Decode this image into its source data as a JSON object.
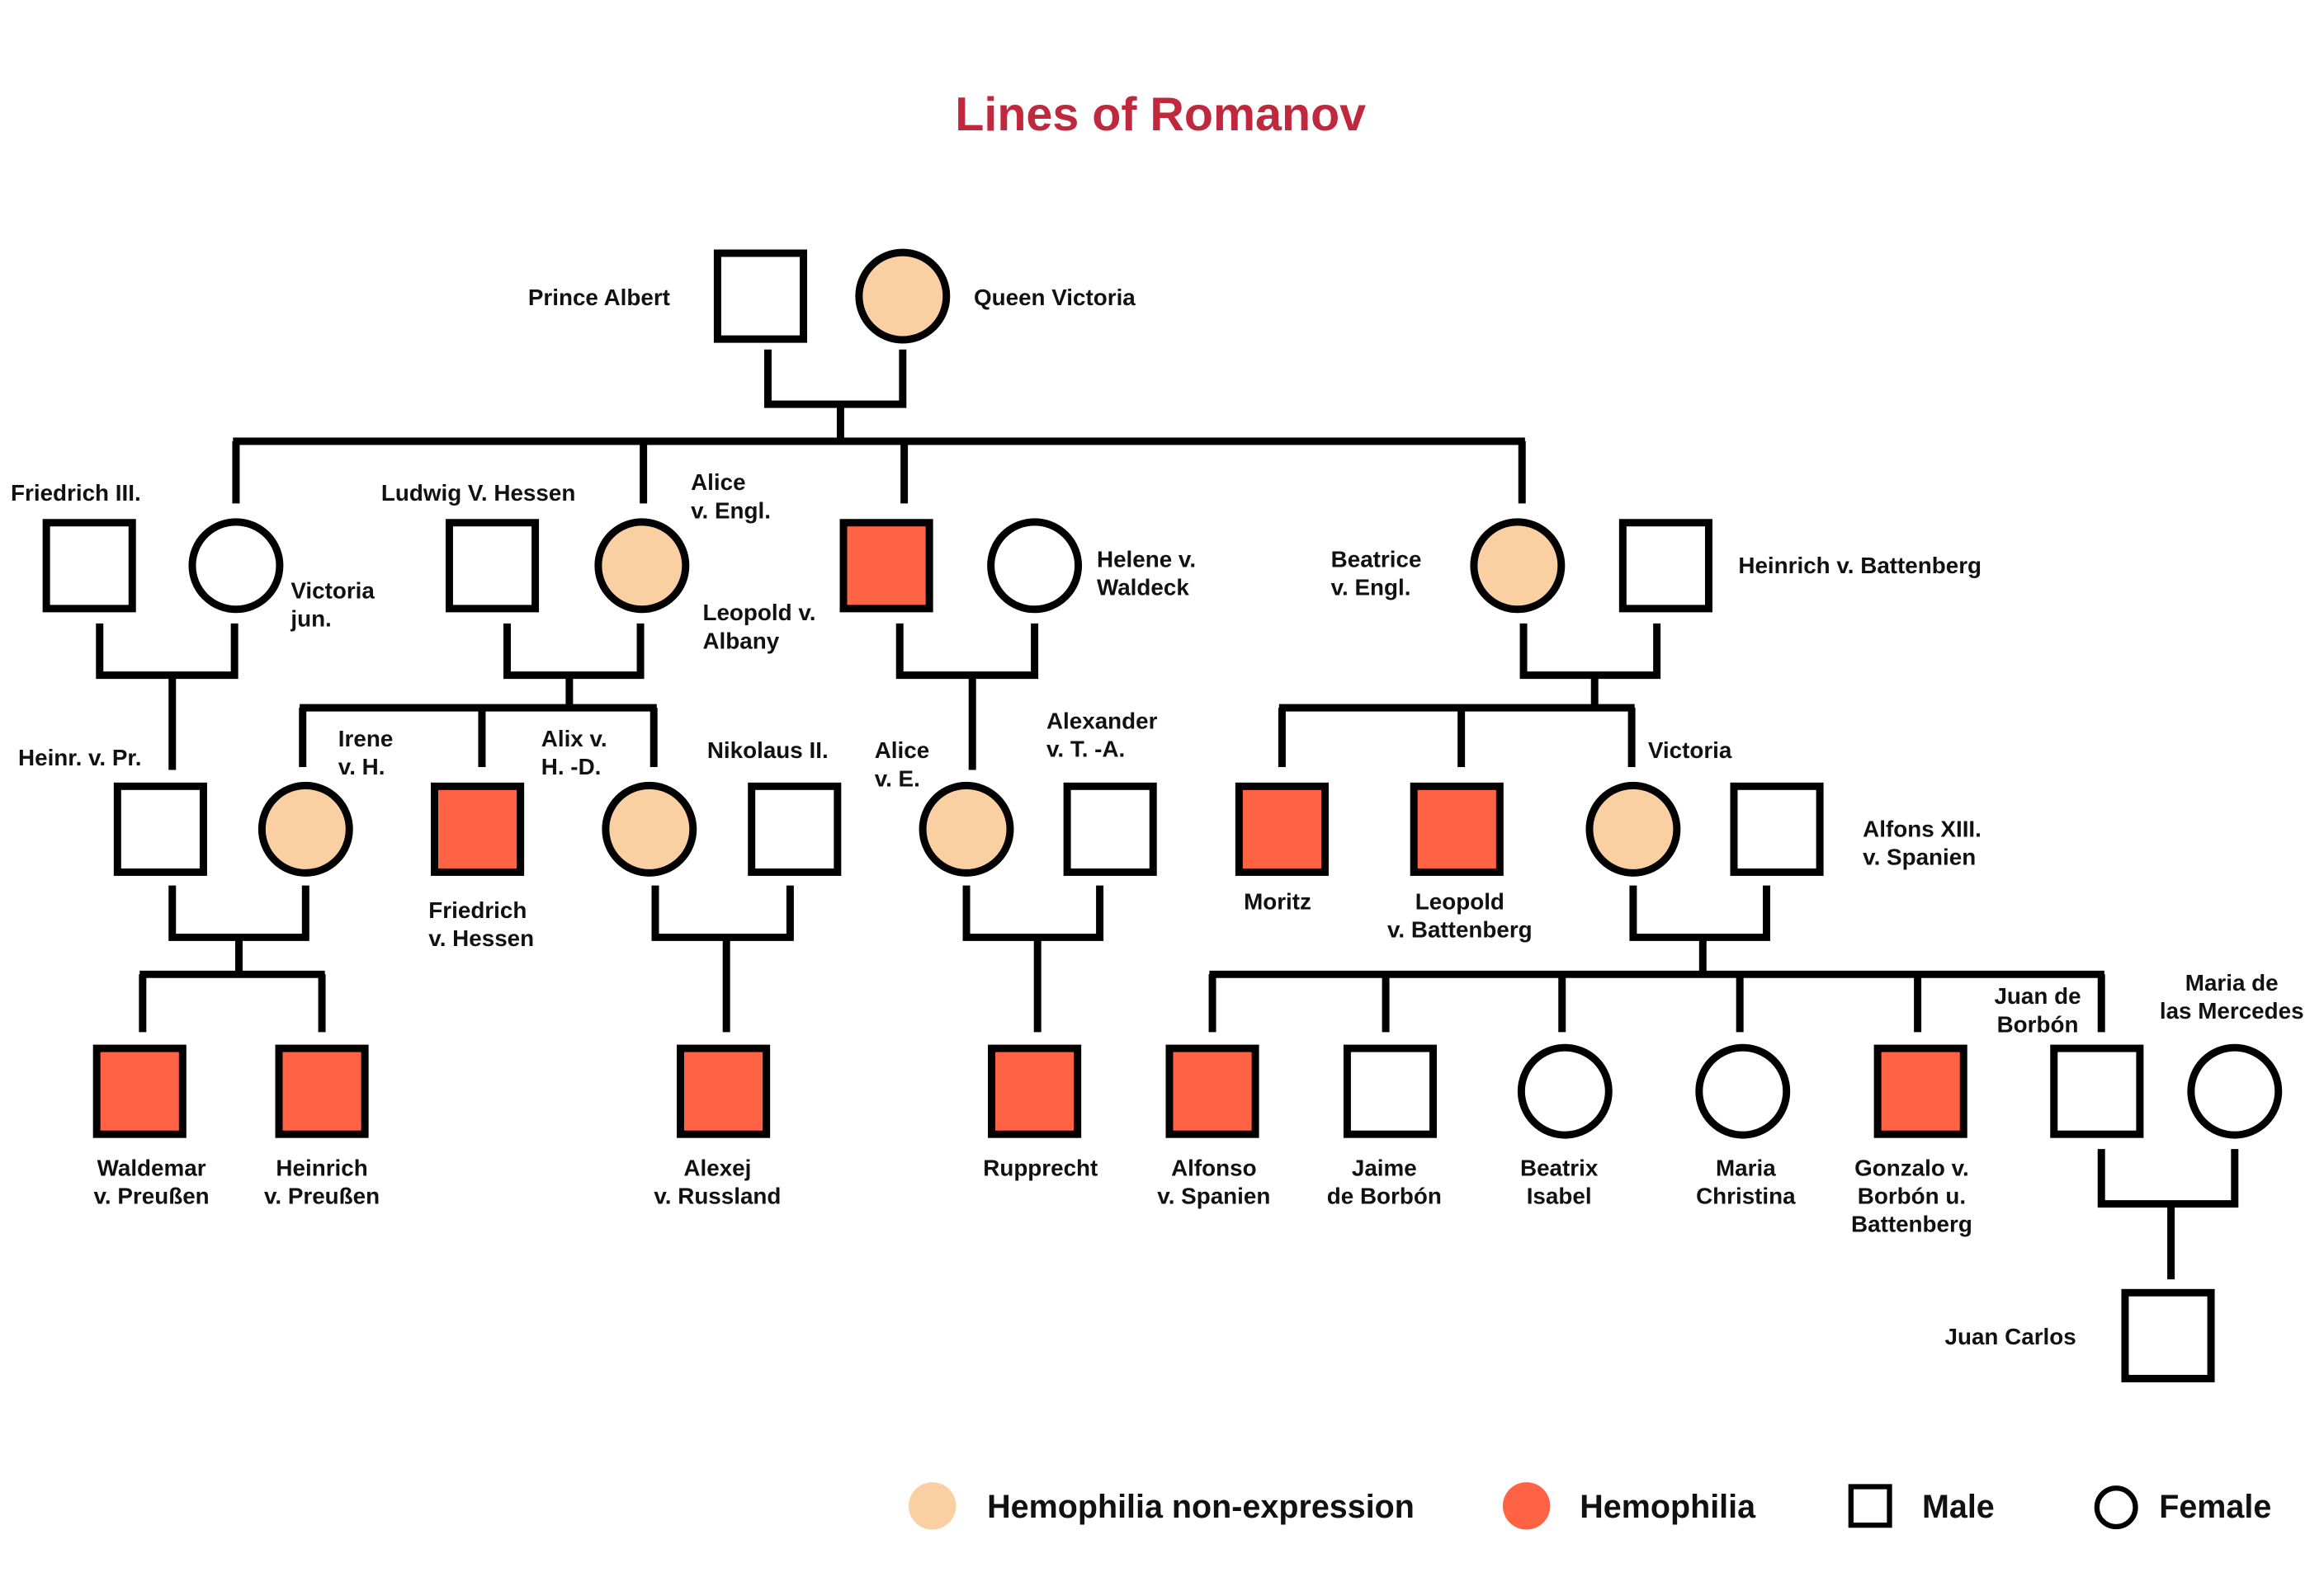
{
  "title": "Lines of Romanov",
  "colors": {
    "title": "#C0283E",
    "carrier": "#FAD0A3",
    "hemophilia": "#FF6344",
    "unaffected": "#FFFFFF",
    "outline": "#000000"
  },
  "legend": [
    {
      "label": "Hemophilia non-expression",
      "shape": "circle",
      "status": "carrier"
    },
    {
      "label": "Hemophilia",
      "shape": "circle",
      "status": "hemophilia"
    },
    {
      "label": "Male",
      "shape": "square",
      "status": "none"
    },
    {
      "label": "Female",
      "shape": "circle",
      "status": "none"
    }
  ],
  "people": [
    {
      "name": [
        "Prince Albert"
      ],
      "sex": "male",
      "status": "none"
    },
    {
      "name": [
        "Queen Victoria"
      ],
      "sex": "female",
      "status": "carrier"
    },
    {
      "name": [
        "Friedrich III."
      ],
      "sex": "male",
      "status": "none"
    },
    {
      "name": [
        "Victoria",
        "jun."
      ],
      "sex": "female",
      "status": "none"
    },
    {
      "name": [
        "Ludwig V. Hessen"
      ],
      "sex": "male",
      "status": "none"
    },
    {
      "name": [
        "Alice",
        "v. Engl."
      ],
      "sex": "female",
      "status": "carrier"
    },
    {
      "name": [
        "Leopold v.",
        "Albany"
      ],
      "sex": "male",
      "status": "hemophilia"
    },
    {
      "name": [
        "Helene v.",
        "Waldeck"
      ],
      "sex": "female",
      "status": "none"
    },
    {
      "name": [
        "Beatrice",
        "v. Engl."
      ],
      "sex": "female",
      "status": "carrier"
    },
    {
      "name": [
        "Heinrich v. Battenberg"
      ],
      "sex": "male",
      "status": "none"
    },
    {
      "name": [
        "Heinr. v. Pr."
      ],
      "sex": "male",
      "status": "none"
    },
    {
      "name": [
        "Irene",
        "v. H."
      ],
      "sex": "female",
      "status": "carrier"
    },
    {
      "name": [
        "Friedrich",
        "v. Hessen"
      ],
      "sex": "male",
      "status": "hemophilia"
    },
    {
      "name": [
        "Alix v.",
        "H. -D."
      ],
      "sex": "female",
      "status": "carrier"
    },
    {
      "name": [
        "Nikolaus II."
      ],
      "sex": "male",
      "status": "none"
    },
    {
      "name": [
        "Alice",
        "v. E."
      ],
      "sex": "female",
      "status": "carrier"
    },
    {
      "name": [
        "Alexander",
        "v. T. -A."
      ],
      "sex": "male",
      "status": "none"
    },
    {
      "name": [
        "Moritz"
      ],
      "sex": "male",
      "status": "hemophilia"
    },
    {
      "name": [
        "Leopold",
        "v. Battenberg"
      ],
      "sex": "male",
      "status": "hemophilia"
    },
    {
      "name": [
        "Victoria"
      ],
      "sex": "female",
      "status": "carrier"
    },
    {
      "name": [
        "Alfons XIII.",
        "v. Spanien"
      ],
      "sex": "male",
      "status": "none"
    },
    {
      "name": [
        "Waldemar",
        "v. Preußen"
      ],
      "sex": "male",
      "status": "hemophilia"
    },
    {
      "name": [
        "Heinrich",
        "v. Preußen"
      ],
      "sex": "male",
      "status": "hemophilia"
    },
    {
      "name": [
        "Alexej",
        "v. Russland"
      ],
      "sex": "male",
      "status": "hemophilia"
    },
    {
      "name": [
        "Rupprecht"
      ],
      "sex": "male",
      "status": "hemophilia"
    },
    {
      "name": [
        "Alfonso",
        "v. Spanien"
      ],
      "sex": "male",
      "status": "hemophilia"
    },
    {
      "name": [
        "Jaime",
        "de Borbón"
      ],
      "sex": "male",
      "status": "none"
    },
    {
      "name": [
        "Beatrix",
        "Isabel"
      ],
      "sex": "female",
      "status": "none"
    },
    {
      "name": [
        "Maria",
        "Christina"
      ],
      "sex": "female",
      "status": "none"
    },
    {
      "name": [
        "Gonzalo v.",
        "Borbón u.",
        "Battenberg"
      ],
      "sex": "male",
      "status": "hemophilia"
    },
    {
      "name": [
        "Juan de",
        "Borbón"
      ],
      "sex": "male",
      "status": "none"
    },
    {
      "name": [
        "Maria de",
        "las Mercedes"
      ],
      "sex": "female",
      "status": "none"
    },
    {
      "name": [
        "Juan Carlos"
      ],
      "sex": "male",
      "status": "none"
    }
  ]
}
